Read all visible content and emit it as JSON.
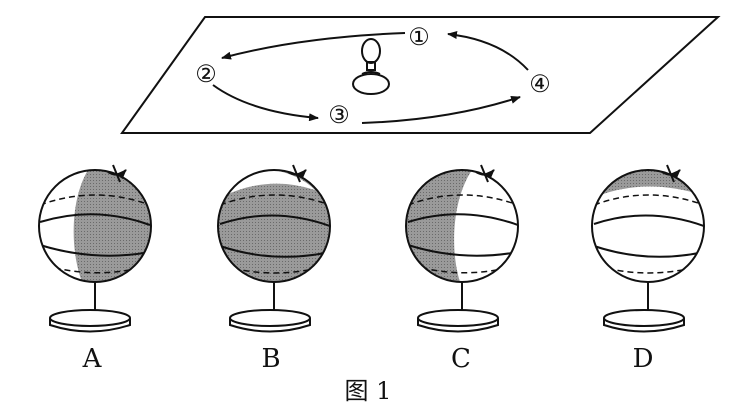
{
  "diagram": {
    "positions": [
      "①",
      "②",
      "③",
      "④"
    ],
    "globes": [
      {
        "label": "A",
        "shade": "right"
      },
      {
        "label": "B",
        "shade": "full-top-light"
      },
      {
        "label": "C",
        "shade": "left"
      },
      {
        "label": "D",
        "shade": "top-cap"
      }
    ],
    "caption": "图 1",
    "colors": {
      "line": "#111111",
      "shade": "#8f8f8f",
      "paper": "#ffffff"
    }
  }
}
